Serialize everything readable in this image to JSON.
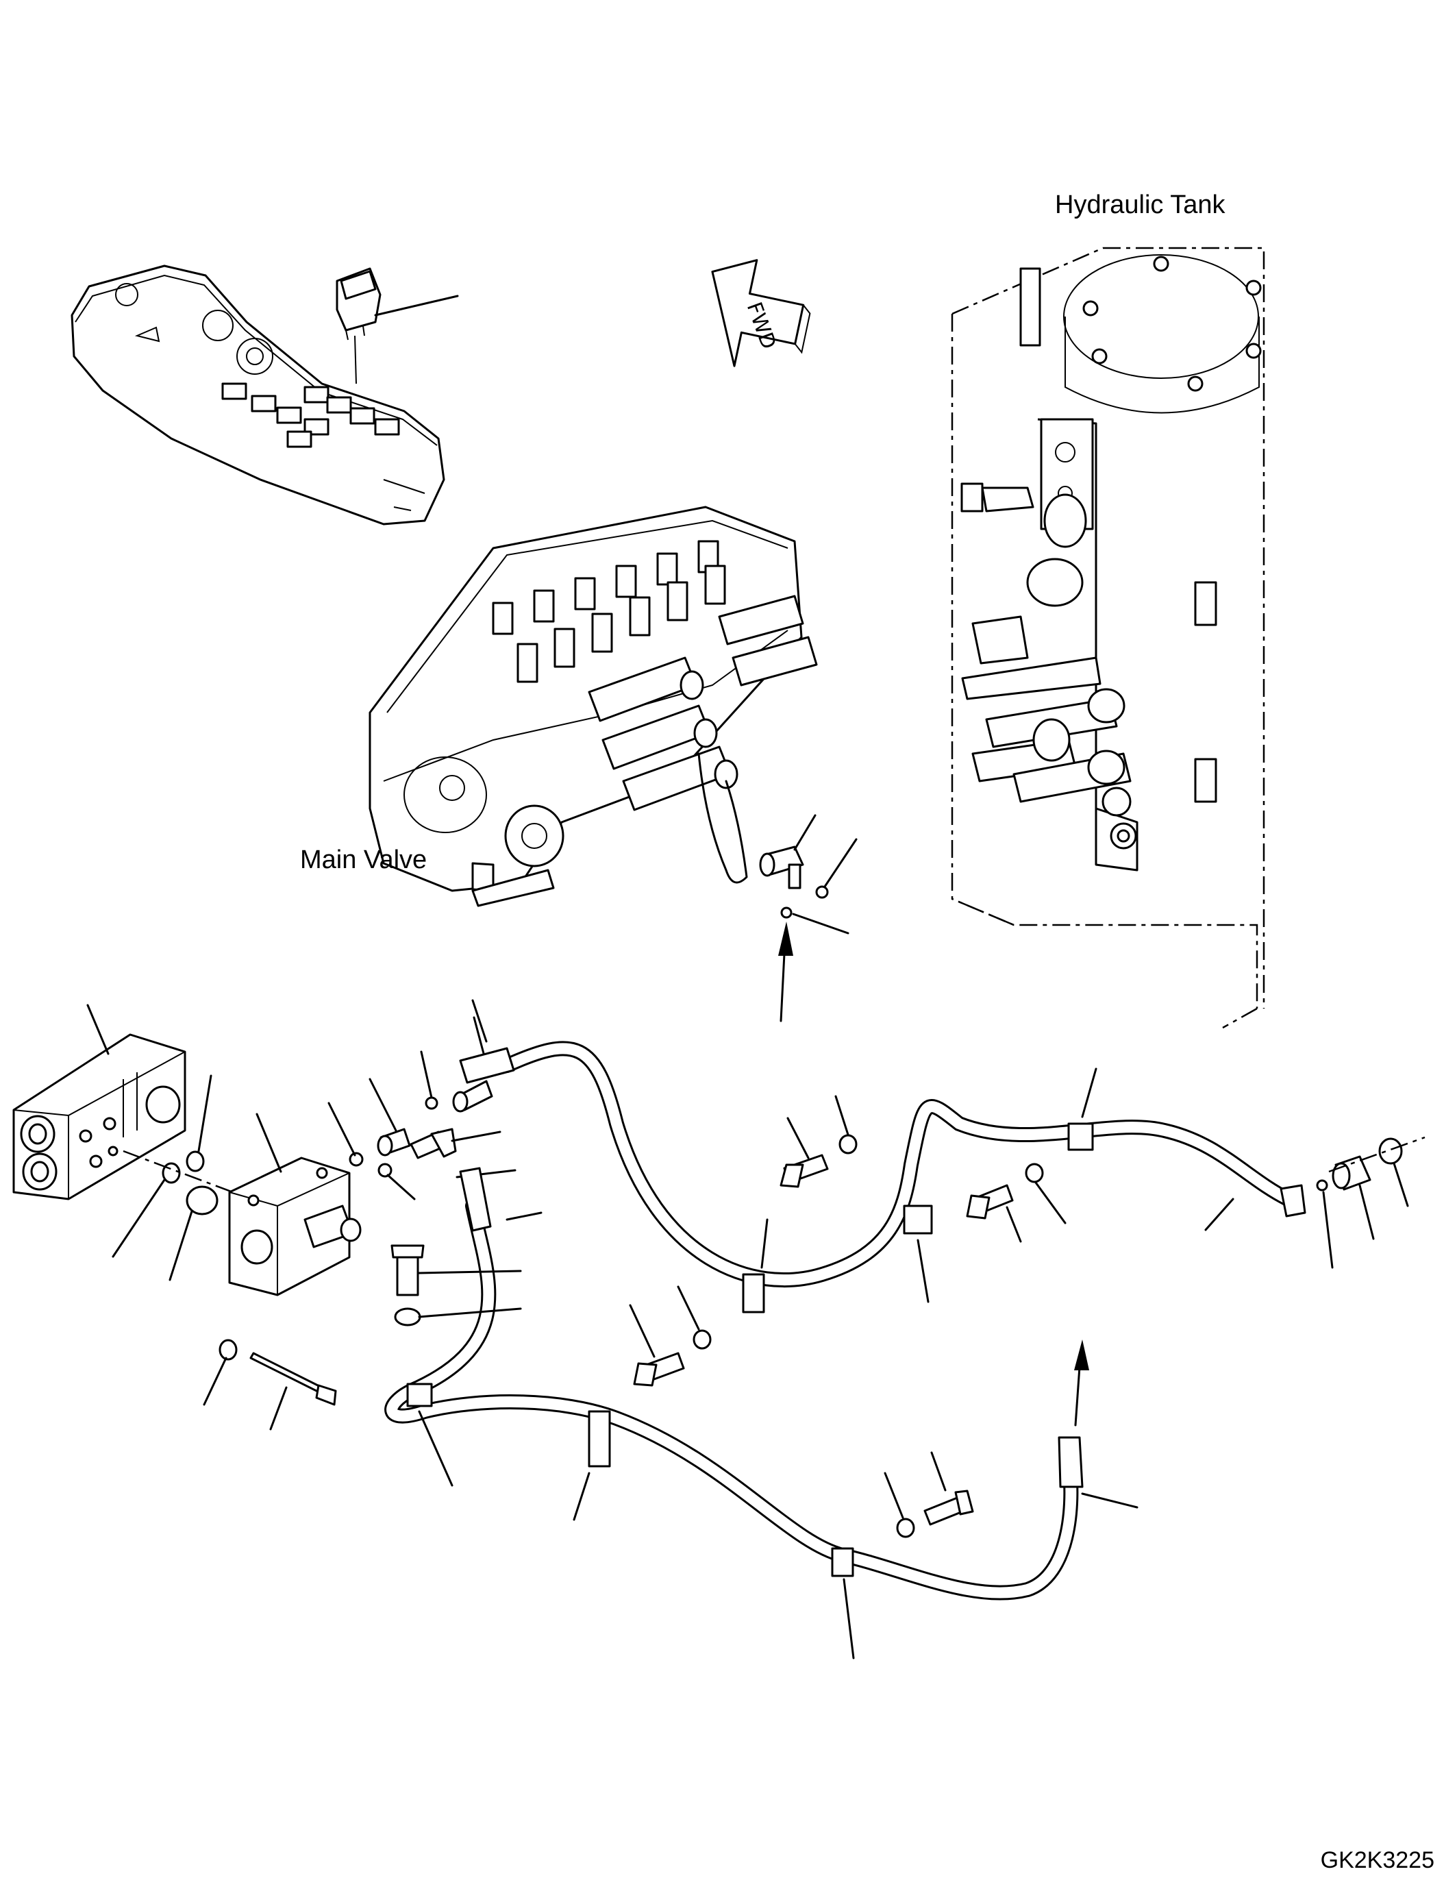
{
  "labels": {
    "hydraulic_tank": "Hydraulic Tank",
    "main_valve": "Main Valve",
    "drawing_code": "GK2K3225",
    "fwd_arrow": "FWD"
  },
  "icons": {
    "fwd_arrow": "fwd-arrow-icon",
    "flow_arrow": "flow-arrow-icon"
  }
}
